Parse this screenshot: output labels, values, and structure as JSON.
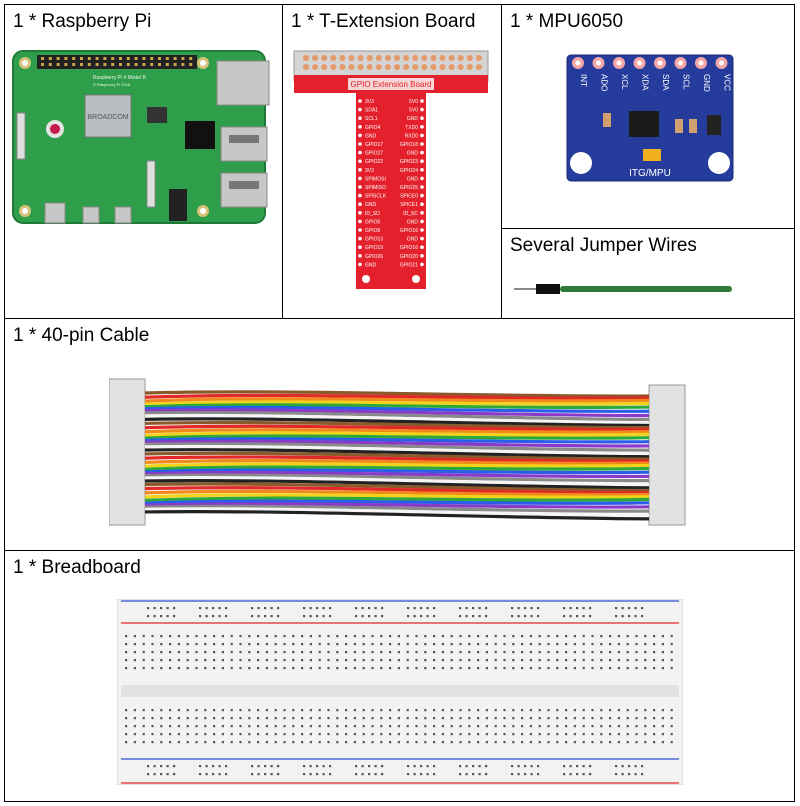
{
  "parts": {
    "rpi": {
      "title": "1 * Raspberry Pi",
      "silk_model": "Raspberry Pi 4 Model B",
      "silk_copyright": "© Raspberry Pi 2018",
      "chip_brand": "BROADCOM"
    },
    "t_board": {
      "title": "1 * T-Extension Board",
      "header": "GPIO Extension Board",
      "pins_left": [
        "3V3",
        "SDA1",
        "SCL1",
        "GPIO4",
        "GND",
        "GPIO17",
        "GPIO27",
        "GPIO22",
        "3V3",
        "SPIMOSI",
        "SPIMISO",
        "SPISCLK",
        "GND",
        "ID_SD",
        "GPIO5",
        "GPIO6",
        "GPIO13",
        "GPIO19",
        "GPIO26",
        "GND"
      ],
      "pins_right": [
        "5V0",
        "5V0",
        "GND",
        "TXD0",
        "RXD0",
        "GPIO18",
        "GND",
        "GPIO23",
        "GPIO24",
        "GND",
        "GPIO25",
        "SPICE0",
        "SPICE1",
        "ID_SC",
        "GND",
        "GPIO16",
        "GND",
        "GPIO16",
        "GPIO20",
        "GPIO21"
      ]
    },
    "mpu": {
      "title": "1 * MPU6050",
      "pins": [
        "INT",
        "ADO",
        "XCL",
        "XDA",
        "SDA",
        "SCL",
        "GND",
        "VCC"
      ],
      "label": "ITG/MPU"
    },
    "wires": {
      "title": "Several Jumper Wires"
    },
    "cable": {
      "title": "1 * 40-pin Cable"
    },
    "breadboard": {
      "title": "1 * Breadboard"
    }
  },
  "colors": {
    "pcb_green": "#2f9e4a",
    "t_board_red": "#e3202b",
    "mpu_blue": "#253c9c",
    "pad_pink": "#f4a6a6",
    "wire_green": "#2f7a36",
    "breadboard_body": "#f2f2f2",
    "rail_blue": "#4f6bd1",
    "rail_red": "#e24a4a"
  }
}
